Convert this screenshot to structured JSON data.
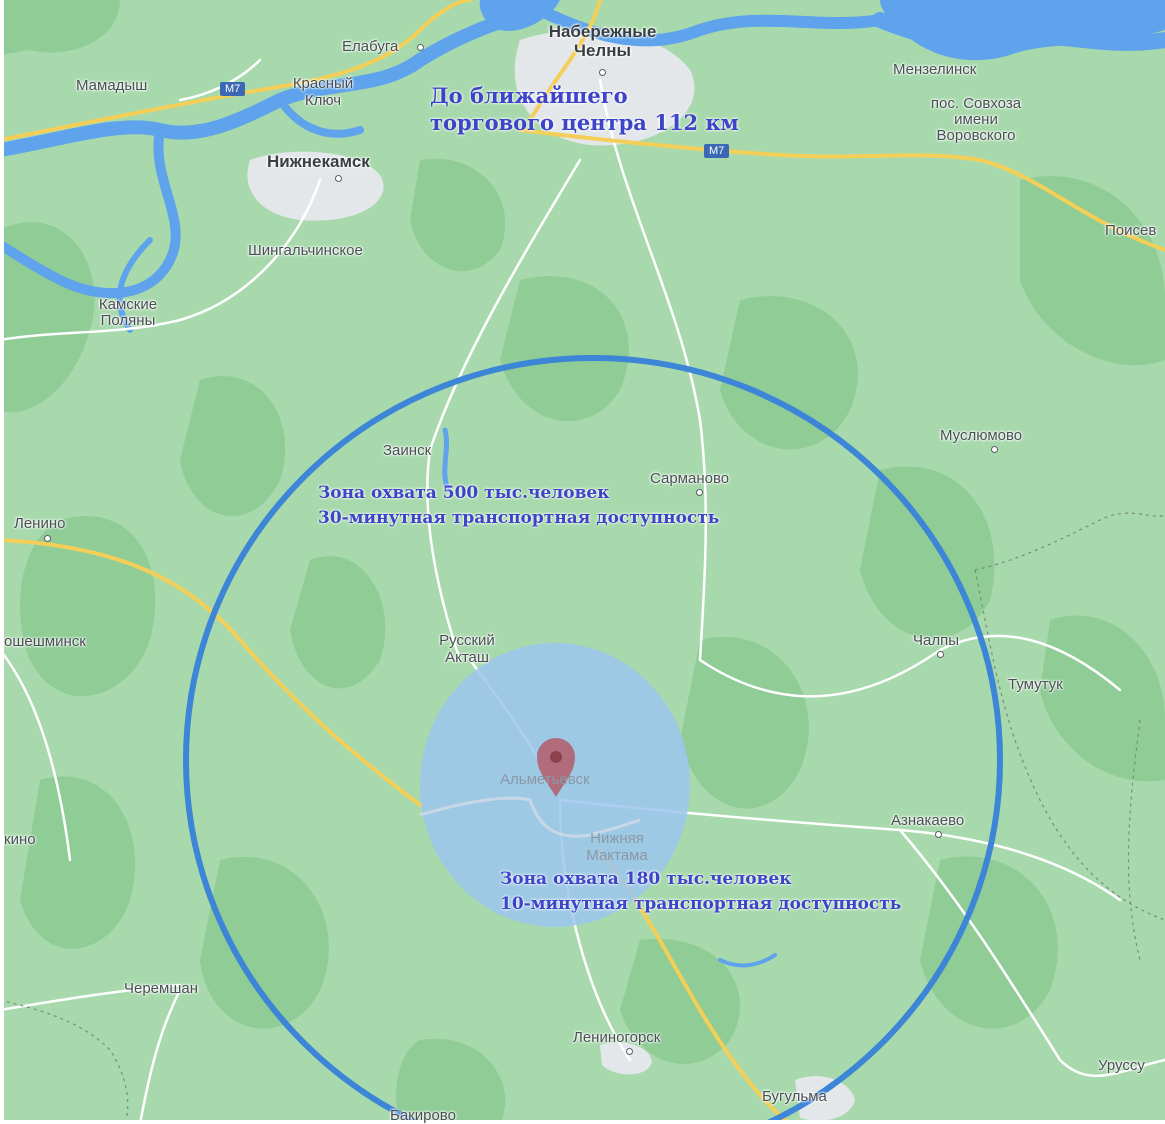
{
  "colors": {
    "land": "#a8d9ad",
    "forest": "#8fcc96",
    "water": "#5ea3ec",
    "urban": "#e4e7ea",
    "highway": "#f3cf58",
    "road": "#ffffff",
    "zone_outer_ring": "#3d85d6",
    "zone_inner_fill": "#9cc6ee",
    "annotation_text": "#3d44c8",
    "pin": "#b35c68"
  },
  "annotations": {
    "nearest_mall": [
      "До ближайшего",
      "торгового центра 112 км"
    ],
    "outer_zone": [
      "Зона охвата 500 тыс.человек",
      "30-минутная транспортная доступность"
    ],
    "inner_zone": [
      "Зона охвата 180 тыс.человек",
      "10-минутная транспортная доступность"
    ]
  },
  "places": {
    "elabuga": "Елабуга",
    "naberezhnye_chelny": [
      "Набережные",
      "Челны"
    ],
    "mamadysh": "Мамадыш",
    "krasny_klyuch": [
      "Красный",
      "Ключ"
    ],
    "nizhnekamsk": "Нижнекамск",
    "menzelinsk": "Мензелинск",
    "sovkhoz": [
      "пос. Совхоза",
      "имени",
      "Воровского"
    ],
    "poisevo": "Поисев",
    "shingalchinskoe": "Шингальчинское",
    "kamskie_polyany": [
      "Камские",
      "Поляны"
    ],
    "zainsk": "Заинск",
    "sarmanovo": "Сарманово",
    "muslyumovo": "Муслюмово",
    "lenino": "Ленино",
    "cheremshan_left": "ошешминск",
    "russky_aktash": [
      "Русский",
      "Акташ"
    ],
    "chalpy": "Чалпы",
    "tumutuk": "Тумутук",
    "almetyevsk": "Альметьевск",
    "nizhnyaya_maktama": [
      "Нижняя",
      "Мактама"
    ],
    "aznakaevo": "Азнакаево",
    "kino_edge": "кино",
    "cheremshan": "Черемшан",
    "leninogorsk": "Лениногорск",
    "urussu": "Уруссу",
    "bugulma": "Бугульма",
    "bakirovo": "Бакирово"
  },
  "route_shields": {
    "m7_west": "M7",
    "m7_east": "M7"
  },
  "icons": {
    "center_pin": "map-pin-icon"
  }
}
